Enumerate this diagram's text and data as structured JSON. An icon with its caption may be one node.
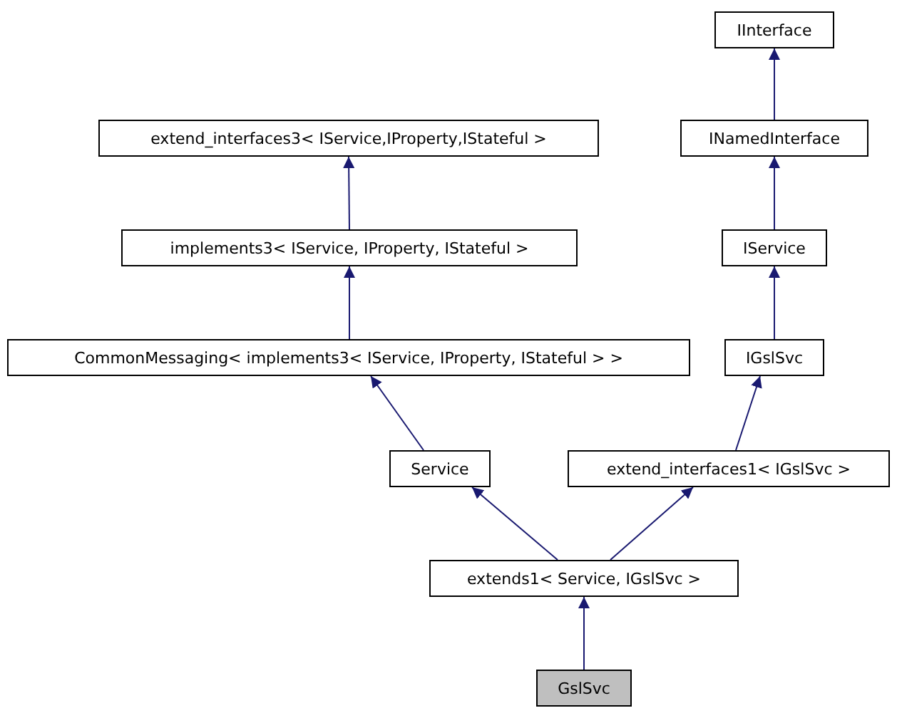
{
  "diagram": {
    "nodes": [
      {
        "text": [
          "IInterface"
        ]
      },
      {
        "text": [
          "extend_interfaces3< IService,IProperty,IStateful >"
        ]
      },
      {
        "text": [
          "INamedInterface"
        ]
      },
      {
        "text": [
          "implements3< IService, IProperty, IStateful >"
        ]
      },
      {
        "text": [
          "IService"
        ]
      },
      {
        "text": [
          "CommonMessaging< implements3< IService, IProperty, IStateful > >"
        ]
      },
      {
        "text": [
          "IGslSvc"
        ]
      },
      {
        "text": [
          "Service"
        ]
      },
      {
        "text": [
          "extend_interfaces1< IGslSvc >"
        ]
      },
      {
        "text": [
          "extends1< Service, IGslSvc >"
        ]
      },
      {
        "text": [
          "GslSvc"
        ]
      }
    ],
    "edges": [
      {
        "from": 2,
        "to": 0,
        "arrow": "to"
      },
      {
        "from": 3,
        "to": 1,
        "arrow": "to"
      },
      {
        "from": 4,
        "to": 2,
        "arrow": "to"
      },
      {
        "from": 5,
        "to": 3,
        "arrow": "to"
      },
      {
        "from": 6,
        "to": 4,
        "arrow": "to"
      },
      {
        "from": 7,
        "to": 5,
        "arrow": "to"
      },
      {
        "from": 8,
        "to": 6,
        "arrow": "to"
      },
      {
        "from": 9,
        "to": 7,
        "arrow": "to"
      },
      {
        "from": 9,
        "to": 8,
        "arrow": "to"
      },
      {
        "from": 10,
        "to": 9,
        "arrow": "to"
      }
    ]
  }
}
